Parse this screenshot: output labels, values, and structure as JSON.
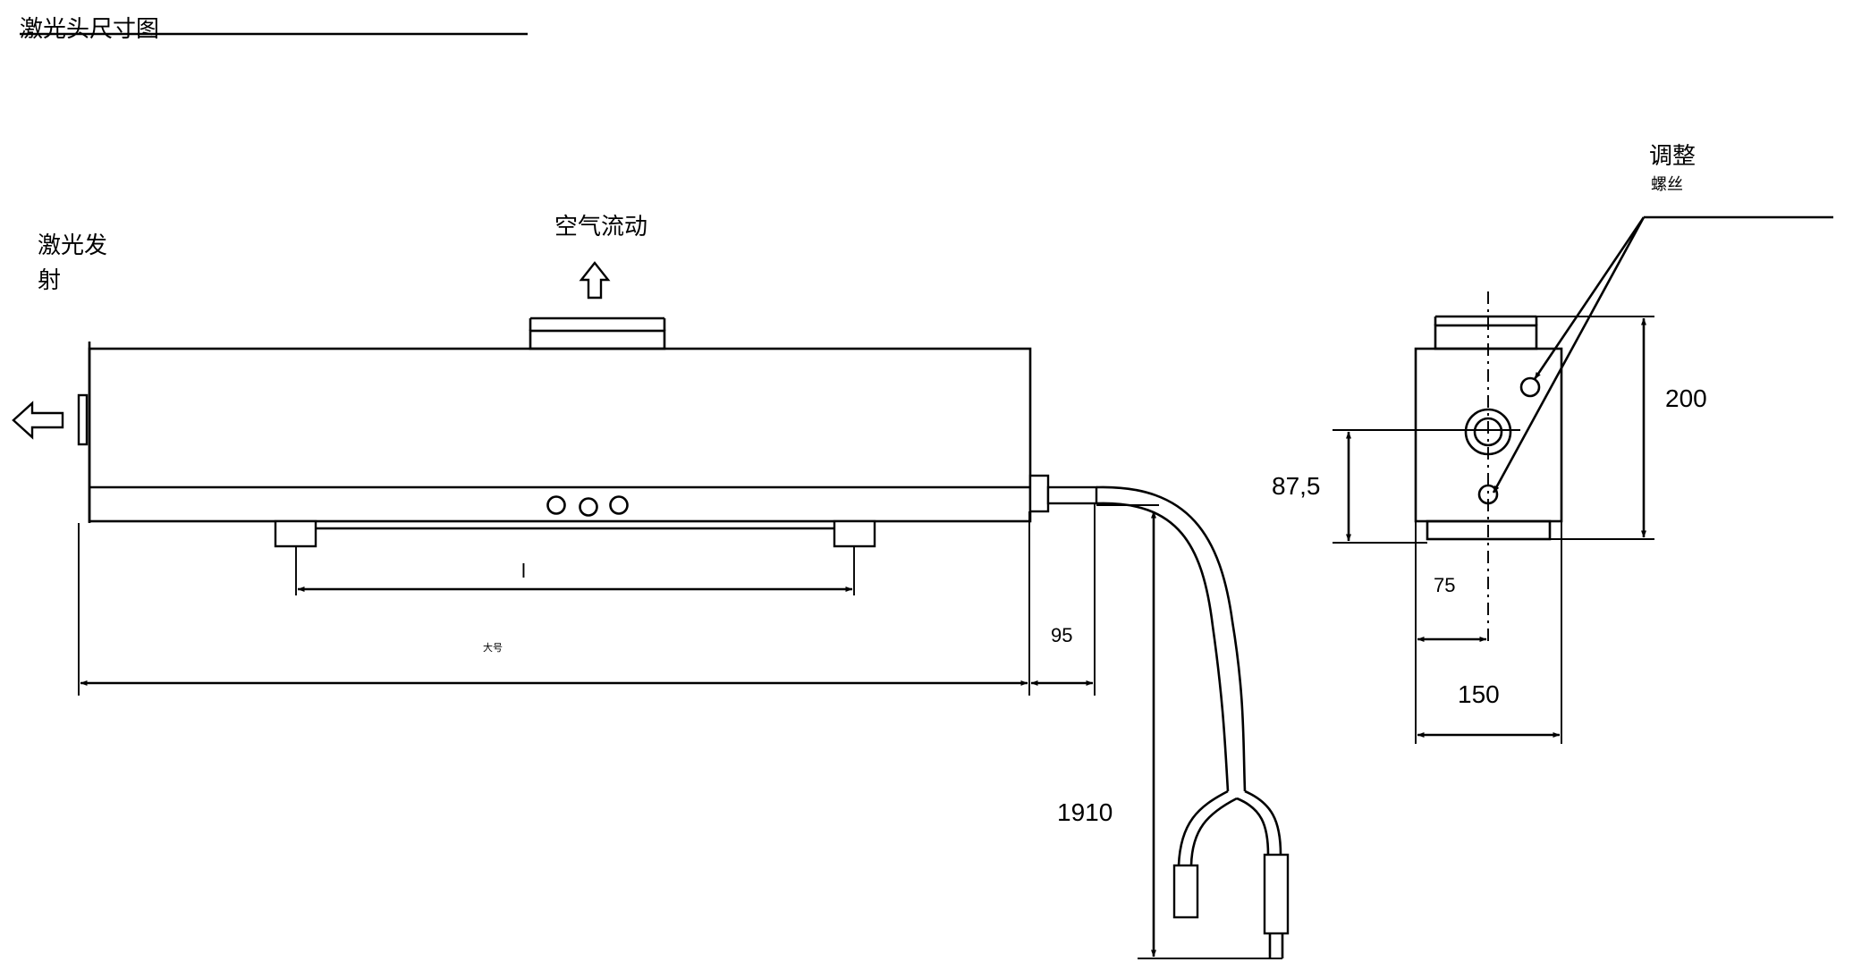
{
  "drawing": {
    "title": "激光头尺寸图",
    "labels": {
      "laser_emission_line1": "激光发",
      "laser_emission_line2": "射",
      "air_flow": "空气流动",
      "adjust_line1": "调整",
      "adjust_line2": "螺丝",
      "length_code": "l",
      "size_tag": "大号"
    },
    "dimensions": {
      "nozzle_offset": "95",
      "cable_length": "1910",
      "side_height": "200",
      "side_center_height": "87,5",
      "side_half_width": "75",
      "side_width": "150"
    }
  }
}
